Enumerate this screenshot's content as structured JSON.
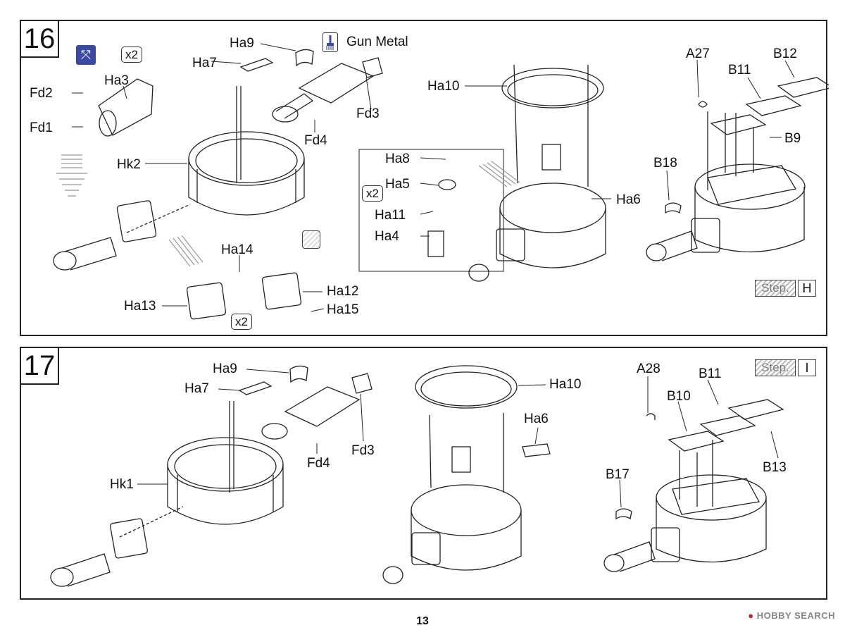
{
  "steps": {
    "s16": {
      "number": "16",
      "step_label": "Step.",
      "step_letter": "H",
      "paint": "Gun Metal",
      "qty": [
        "x2",
        "x2",
        "x2"
      ],
      "parts": {
        "Ha9": "Ha9",
        "Ha7": "Ha7",
        "Fd2": "Fd2",
        "Ha3": "Ha3",
        "Fd1": "Fd1",
        "Fd3": "Fd3",
        "Fd4": "Fd4",
        "Hk2": "Hk2",
        "Ha10": "Ha10",
        "Ha8": "Ha8",
        "Ha5": "Ha5",
        "Ha11": "Ha11",
        "Ha4": "Ha4",
        "Ha6": "Ha6",
        "Ha14": "Ha14",
        "Ha12": "Ha12",
        "Ha13": "Ha13",
        "Ha15": "Ha15",
        "A27": "A27",
        "B12": "B12",
        "B11": "B11",
        "B9": "B9",
        "B18": "B18"
      }
    },
    "s17": {
      "number": "17",
      "step_label": "Step.",
      "step_letter": "I",
      "parts": {
        "Ha9": "Ha9",
        "Ha7": "Ha7",
        "Ha10": "Ha10",
        "Fd4": "Fd4",
        "Fd3": "Fd3",
        "Ha6": "Ha6",
        "Hk1": "Hk1",
        "A28": "A28",
        "B11": "B11",
        "B10": "B10",
        "B13": "B13",
        "B17": "B17"
      }
    }
  },
  "page_number": "13",
  "watermark": {
    "brand": "HOBBY SEARCH"
  },
  "icons": [
    "paint-brush-icon",
    "glue-icon",
    "no-glue-icon",
    "reverse-side-icon"
  ],
  "colors": {
    "ink": "#222222",
    "hatch": "#999999",
    "paint_icon": "#3a4aa0",
    "watermark": "#cc2222"
  }
}
